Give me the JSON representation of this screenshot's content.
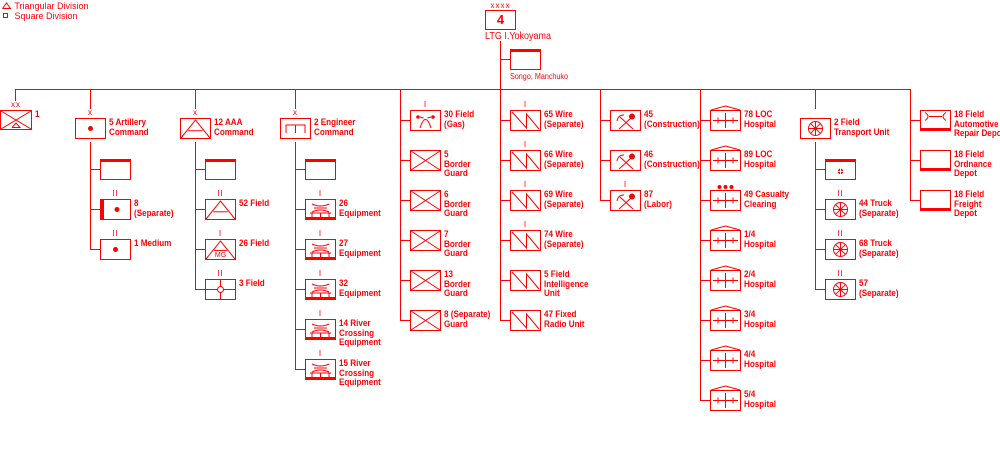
{
  "legend": [
    {
      "symbol": "triangle-icon",
      "label": "Triangular Division"
    },
    {
      "symbol": "square-icon",
      "label": "Square Division"
    }
  ],
  "hq": {
    "echelon": "xxxx",
    "number": "4",
    "commander": "LTG I.Yokoyama",
    "attached": {
      "label": "Songo, Manchuko",
      "symbol": "hq",
      "bar": "top"
    }
  },
  "columns": [
    {
      "id": "division",
      "head": {
        "echelon": "xx",
        "lines": [
          "1"
        ],
        "symbol": "infantry-triangular"
      },
      "children": []
    },
    {
      "id": "artillery",
      "head": {
        "echelon": "x",
        "lines": [
          "5 Artillery",
          "Command"
        ],
        "symbol": "artillery"
      },
      "children": [
        {
          "echelon": "",
          "lines": [],
          "symbol": "empty",
          "bar": "top"
        },
        {
          "echelon": "II",
          "lines": [
            "8",
            "(Separate)"
          ],
          "symbol": "artillery",
          "bar": "left"
        },
        {
          "echelon": "II",
          "lines": [
            "1 Medium"
          ],
          "symbol": "artillery"
        }
      ]
    },
    {
      "id": "aaa",
      "head": {
        "echelon": "x",
        "lines": [
          "12 AAA",
          "Command"
        ],
        "symbol": "aaa"
      },
      "children": [
        {
          "echelon": "",
          "lines": [],
          "symbol": "empty",
          "bar": "top"
        },
        {
          "echelon": "II",
          "lines": [
            "52 Field"
          ],
          "symbol": "aaa"
        },
        {
          "echelon": "I",
          "lines": [
            "26 Field"
          ],
          "symbol": "aaa-mg",
          "inner": "MG"
        },
        {
          "echelon": "II",
          "lines": [
            "3 Field"
          ],
          "symbol": "cross-circle"
        }
      ]
    },
    {
      "id": "engineer",
      "head": {
        "echelon": "x",
        "lines": [
          "2 Engineer",
          "Command"
        ],
        "symbol": "engineer"
      },
      "children": [
        {
          "echelon": "",
          "lines": [],
          "symbol": "empty",
          "bar": "top"
        },
        {
          "echelon": "I",
          "lines": [
            "26",
            "Equipment"
          ],
          "symbol": "bridge",
          "bar": "bottom"
        },
        {
          "echelon": "I",
          "lines": [
            "27",
            "Equipment"
          ],
          "symbol": "bridge",
          "bar": "bottom"
        },
        {
          "echelon": "I",
          "lines": [
            "32",
            "Equipment"
          ],
          "symbol": "bridge",
          "bar": "bottom"
        },
        {
          "echelon": "I",
          "lines": [
            "14 River",
            "Crossing",
            "Equipment"
          ],
          "symbol": "bridge",
          "bar": "bottom"
        },
        {
          "echelon": "I",
          "lines": [
            "15 River",
            "Crossing",
            "Equipment"
          ],
          "symbol": "bridge",
          "bar": "bottom"
        }
      ]
    },
    {
      "id": "gas-border",
      "children": [
        {
          "echelon": "I",
          "lines": [
            "30 Field",
            "(Gas)"
          ],
          "symbol": "gas"
        },
        {
          "echelon": "",
          "lines": [
            "5",
            "Border",
            "Guard"
          ],
          "symbol": "infantry"
        },
        {
          "echelon": "",
          "lines": [
            "6",
            "Border",
            "Guard"
          ],
          "symbol": "infantry"
        },
        {
          "echelon": "",
          "lines": [
            "7",
            "Border",
            "Guard"
          ],
          "symbol": "infantry"
        },
        {
          "echelon": "",
          "lines": [
            "13",
            "Border",
            "Guard"
          ],
          "symbol": "infantry"
        },
        {
          "echelon": "",
          "lines": [
            "8 (Separate)",
            "Guard"
          ],
          "symbol": "infantry"
        }
      ]
    },
    {
      "id": "signal",
      "children": [
        {
          "echelon": "I",
          "lines": [
            "65 Wire",
            "(Separate)"
          ],
          "symbol": "wire"
        },
        {
          "echelon": "I",
          "lines": [
            "66 Wire",
            "(Separate)"
          ],
          "symbol": "wire"
        },
        {
          "echelon": "I",
          "lines": [
            "69 Wire",
            "(Separate)"
          ],
          "symbol": "wire"
        },
        {
          "echelon": "I",
          "lines": [
            "74 Wire",
            "(Separate)"
          ],
          "symbol": "wire"
        },
        {
          "echelon": "",
          "lines": [
            "5 Field",
            "Intelligence",
            "Unit"
          ],
          "symbol": "wire"
        },
        {
          "echelon": "",
          "lines": [
            "47 Fixed",
            "Radio Unit"
          ],
          "symbol": "wire"
        }
      ]
    },
    {
      "id": "construction",
      "children": [
        {
          "echelon": "",
          "lines": [
            "45",
            "(Construction)"
          ],
          "symbol": "construction"
        },
        {
          "echelon": "",
          "lines": [
            "46",
            "(Construction)"
          ],
          "symbol": "construction"
        },
        {
          "echelon": "I",
          "lines": [
            "87",
            "(Labor)"
          ],
          "symbol": "construction"
        }
      ]
    },
    {
      "id": "medical",
      "children": [
        {
          "echelon": "",
          "lines": [
            "78 LOC",
            "Hospital"
          ],
          "symbol": "hospital"
        },
        {
          "echelon": "",
          "lines": [
            "89 LOC",
            "Hospital"
          ],
          "symbol": "hospital"
        },
        {
          "echelon": "",
          "lines": [
            "49 Casualty",
            "Clearing"
          ],
          "symbol": "clearing"
        },
        {
          "echelon": "",
          "lines": [
            "1/4",
            "Hospital"
          ],
          "symbol": "hospital"
        },
        {
          "echelon": "",
          "lines": [
            "2/4",
            "Hospital"
          ],
          "symbol": "hospital"
        },
        {
          "echelon": "",
          "lines": [
            "3/4",
            "Hospital"
          ],
          "symbol": "hospital"
        },
        {
          "echelon": "",
          "lines": [
            "4/4",
            "Hospital"
          ],
          "symbol": "hospital"
        },
        {
          "echelon": "",
          "lines": [
            "5/4",
            "Hospital"
          ],
          "symbol": "hospital"
        }
      ]
    },
    {
      "id": "transport",
      "head": {
        "echelon": "",
        "lines": [
          "2 Field",
          "Transport Unit"
        ],
        "symbol": "wheel"
      },
      "children": [
        {
          "echelon": "",
          "lines": [],
          "symbol": "wheel-small",
          "bar": "top"
        },
        {
          "echelon": "II",
          "lines": [
            "44 Truck",
            "(Separate)"
          ],
          "symbol": "wheel"
        },
        {
          "echelon": "II",
          "lines": [
            "68 Truck",
            "(Separate)"
          ],
          "symbol": "wheel"
        },
        {
          "echelon": "II",
          "lines": [
            "57",
            "(Separate)"
          ],
          "symbol": "wheel"
        }
      ]
    },
    {
      "id": "depots",
      "children": [
        {
          "echelon": "",
          "lines": [
            "18 Field",
            "Automotive",
            "Repair Depot"
          ],
          "symbol": "wrench",
          "bar": "bottom"
        },
        {
          "echelon": "",
          "lines": [
            "18 Field",
            "Ordnance",
            "Depot"
          ],
          "symbol": "empty",
          "bar": "bottom"
        },
        {
          "echelon": "",
          "lines": [
            "18 Field",
            "Freight",
            "Depot"
          ],
          "symbol": "empty",
          "bar": "bottom"
        }
      ]
    }
  ],
  "colors": {
    "ink": "#ff0000",
    "background": "#ffffff"
  }
}
